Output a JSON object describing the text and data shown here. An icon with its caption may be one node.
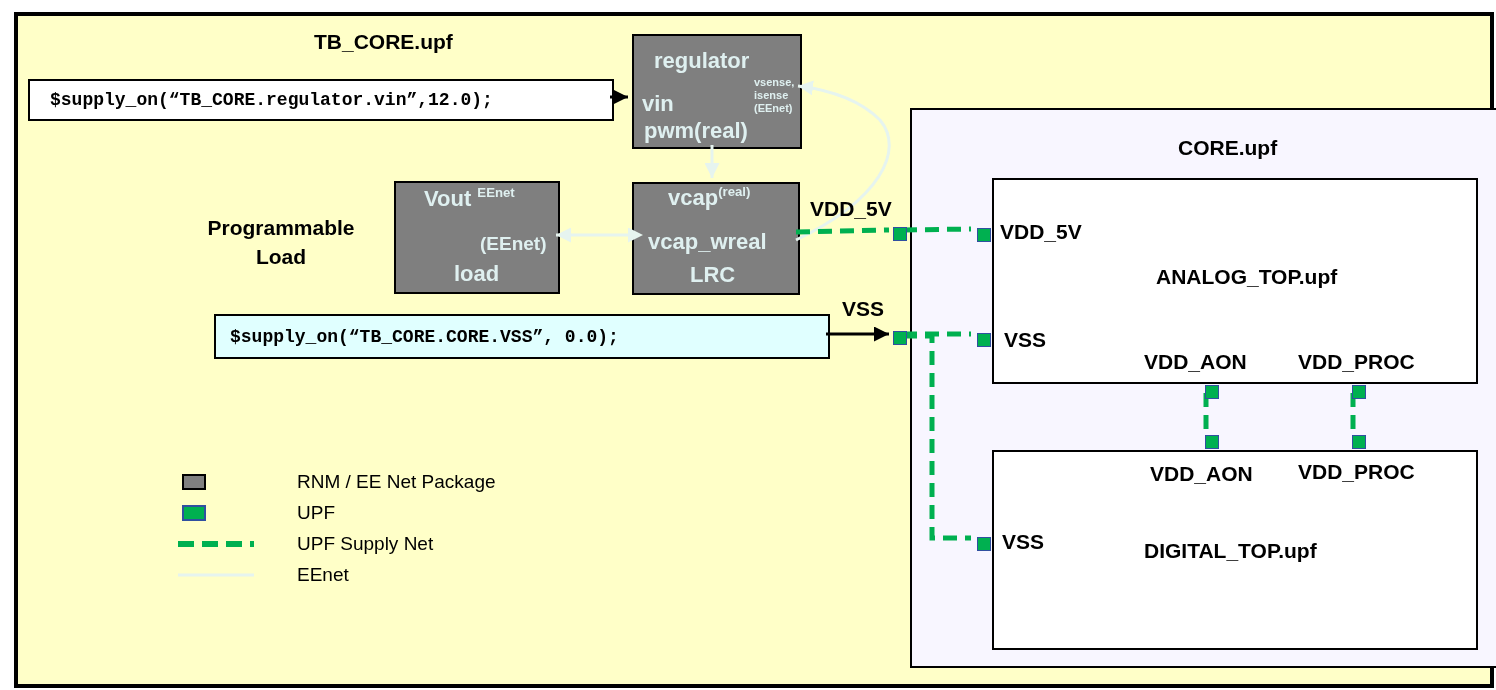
{
  "diagram": {
    "nodes": [
      {
        "text": [
          "TB_CORE.upf"
        ]
      },
      {
        "text": [
          "$supply_on(“TB_CORE.regulator.vin”,12.0);"
        ],
        "in": 0
      },
      {
        "text": [
          "regulator",
          "vin",
          "vsense, isense (EEnet)",
          "pwm(real)"
        ],
        "in": 0
      },
      {
        "text": [
          "Vout $^{EEnet}$",
          "(EEnet)",
          "load"
        ],
        "beside": [
          "Programmable Load"
        ],
        "in": 0
      },
      {
        "text": [
          "vcap$^{(real)}$",
          "vcap_wreal",
          "LRC"
        ],
        "in": 0
      },
      {
        "text": [
          "$supply_on(“TB_CORE.CORE.VSS”, 0.0);"
        ],
        "in": 0
      },
      {
        "text": [
          "CORE.upf"
        ],
        "in": 0
      },
      {
        "text": [
          "VDD_5V"
        ],
        "in": 0
      },
      {
        "text": [
          "VSS"
        ],
        "in": 0
      },
      {
        "text": [
          "ANALOG_TOP.upf"
        ],
        "in": 6
      },
      {
        "text": [
          "VDD_5V"
        ],
        "in": 6
      },
      {
        "text": [
          "VSS"
        ],
        "in": 6
      },
      {
        "text": [
          "VDD_AON"
        ],
        "in": 6
      },
      {
        "text": [
          "VDD_PROC"
        ],
        "in": 6
      },
      {
        "text": [
          "DIGITAL_TOP.upf"
        ],
        "in": 6
      },
      {
        "text": [
          "VDD_AON"
        ],
        "in": 6
      },
      {
        "text": [
          "VDD_PROC"
        ],
        "in": 6
      },
      {
        "text": [
          "VSS"
        ],
        "in": 6
      }
    ],
    "edges": [
      {
        "from": 1,
        "to": 2,
        "arrow": "to",
        "color": "#000000"
      },
      {
        "from": 2,
        "to": 4,
        "arrow": "to",
        "color": "#e6f4ef"
      },
      {
        "from": 4,
        "to": 3,
        "arrow": "both",
        "color": "#e6f4ef"
      },
      {
        "from": 4,
        "to": 2,
        "arrow": "to",
        "color": "#e6f4ef"
      },
      {
        "from": 4,
        "to": 7,
        "arrow": "none",
        "style": "dashed"
      },
      {
        "from": 7,
        "to": 10,
        "arrow": "none",
        "style": "dashed"
      },
      {
        "from": 5,
        "to": 8,
        "arrow": "to",
        "color": "#000000"
      },
      {
        "from": 8,
        "to": 11,
        "arrow": "none",
        "style": "dashed"
      },
      {
        "from": 8,
        "to": 17,
        "arrow": "none",
        "style": "dashed"
      },
      {
        "from": 12,
        "to": 15,
        "arrow": "none",
        "style": "dashed"
      },
      {
        "from": 13,
        "to": 16,
        "arrow": "none",
        "style": "dashed"
      }
    ],
    "legend": [
      {
        "text": "RNM / EE Net Package",
        "color": "#808080"
      },
      {
        "text": "UPF",
        "color": "#00b050"
      },
      {
        "text": "UPF Supply Net"
      },
      {
        "text": "EEnet"
      }
    ]
  }
}
